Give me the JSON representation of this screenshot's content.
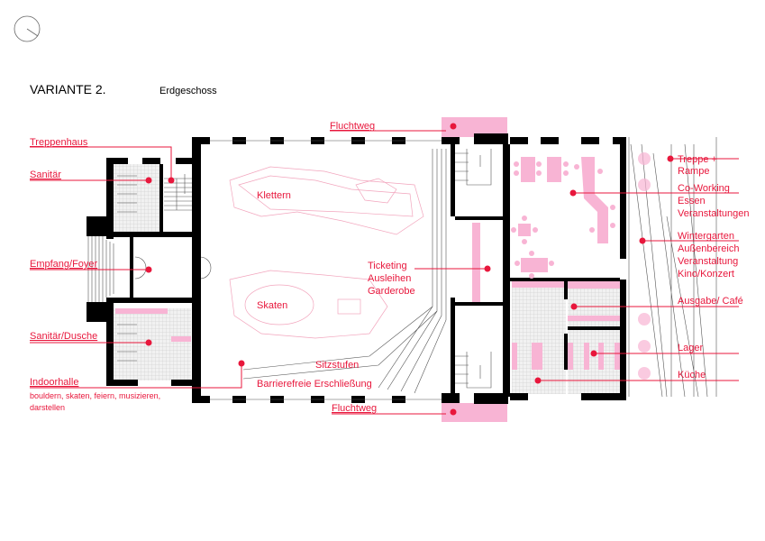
{
  "header": {
    "title": "VARIANTE 2.",
    "subtitle": "Erdgeschoss"
  },
  "colors": {
    "accent": "#e8173c",
    "furniture": "#f8b4d4",
    "walls": "#000000"
  },
  "icons": {
    "compass": "north-arrow-icon"
  },
  "labels": {
    "fluchtweg_top": "Fluchtweg",
    "treppenhaus": "Treppenhaus",
    "sanitaer": "Sanitär",
    "empfang": "Empfang/Foyer",
    "sanitaer_dusche": "Sanitär/Dusche",
    "indoorhalle": "Indoorhalle",
    "indoorhalle_desc_1": "bouldern, skaten, feiern, musizieren,",
    "indoorhalle_desc_2": "darstellen",
    "klettern": "Klettern",
    "skaten": "Skaten",
    "sitzstufen": "Sitzstufen",
    "barrierefrei": "Barrierefreie Erschließung",
    "fluchtweg_bottom": "Fluchtweg",
    "ticketing": [
      "Ticketing",
      "Ausleihen",
      "Garderobe"
    ],
    "treppe": [
      "Treppe +",
      "Rampe"
    ],
    "coworking": [
      "Co-Working",
      "Essen",
      "Veranstaltungen"
    ],
    "wintergarten": [
      "Wintergarten",
      "Außenbereich",
      "Veranstaltung",
      "Kino/Konzert"
    ],
    "ausgabe": "Ausgabe/ Café",
    "lager": "Lager",
    "kueche": "Küche"
  }
}
